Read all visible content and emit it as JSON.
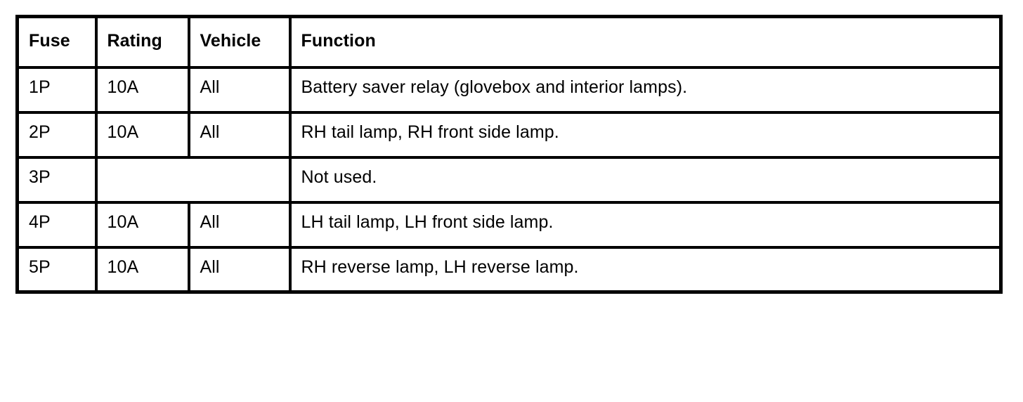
{
  "table": {
    "name": "fuse-rating-table",
    "colors": {
      "border": "#000000",
      "background": "#ffffff",
      "text": "#000000"
    },
    "columns": [
      {
        "key": "fuse",
        "label": "Fuse"
      },
      {
        "key": "rating",
        "label": "Rating"
      },
      {
        "key": "vehicle",
        "label": "Vehicle"
      },
      {
        "key": "function",
        "label": "Function"
      }
    ],
    "rows": [
      {
        "fuse": "1P",
        "rating": "10A",
        "vehicle": "All",
        "function": "Battery saver relay (glovebox and interior lamps)."
      },
      {
        "fuse": "2P",
        "rating": "10A",
        "vehicle": "All",
        "function": "RH tail lamp, RH front side lamp."
      },
      {
        "fuse": "3P",
        "rating": "",
        "vehicle": "",
        "function": "Not used.",
        "merged_rating_vehicle": true
      },
      {
        "fuse": "4P",
        "rating": "10A",
        "vehicle": "All",
        "function": "LH tail lamp, LH front side lamp."
      },
      {
        "fuse": "5P",
        "rating": "10A",
        "vehicle": "All",
        "function": "RH reverse lamp, LH reverse lamp."
      }
    ]
  }
}
